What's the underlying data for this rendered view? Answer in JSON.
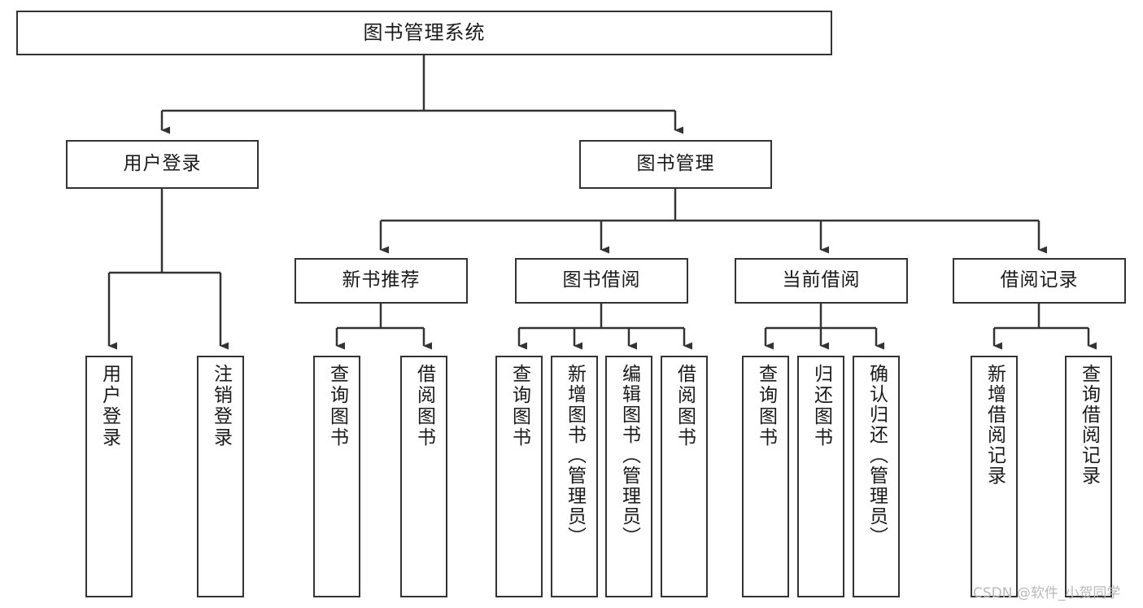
{
  "diagram": {
    "title": "图书管理系统",
    "type": "tree-hierarchy-chart",
    "watermark": "CSDN @软件_小贺同学",
    "colors": {
      "node_border": "#333333",
      "node_fill": "#ffffff",
      "edge": "#333333",
      "text": "#1a1a1a",
      "watermark": "#b9b9b9",
      "background": "#ffffff"
    },
    "nodes": {
      "root": {
        "label": "图书管理系统"
      },
      "level2": [
        {
          "label": "用户登录"
        },
        {
          "label": "图书管理"
        }
      ],
      "level3": [
        {
          "label": "新书推荐"
        },
        {
          "label": "图书借阅"
        },
        {
          "label": "当前借阅"
        },
        {
          "label": "借阅记录"
        }
      ],
      "leaves": {
        "user_login": [
          {
            "label": "用户登录"
          },
          {
            "label": "注销登录"
          }
        ],
        "new_book_recommend": [
          {
            "label": "查询图书"
          },
          {
            "label": "借阅图书"
          }
        ],
        "book_borrow": [
          {
            "label": "查询图书"
          },
          {
            "label": "新增图书（管理员）"
          },
          {
            "label": "编辑图书（管理员）"
          },
          {
            "label": "借阅图书"
          }
        ],
        "current_borrow": [
          {
            "label": "查询图书"
          },
          {
            "label": "归还图书"
          },
          {
            "label": "确认归还（管理员）"
          }
        ],
        "borrow_record": [
          {
            "label": "新增借阅记录"
          },
          {
            "label": "查询借阅记录"
          }
        ]
      }
    }
  }
}
